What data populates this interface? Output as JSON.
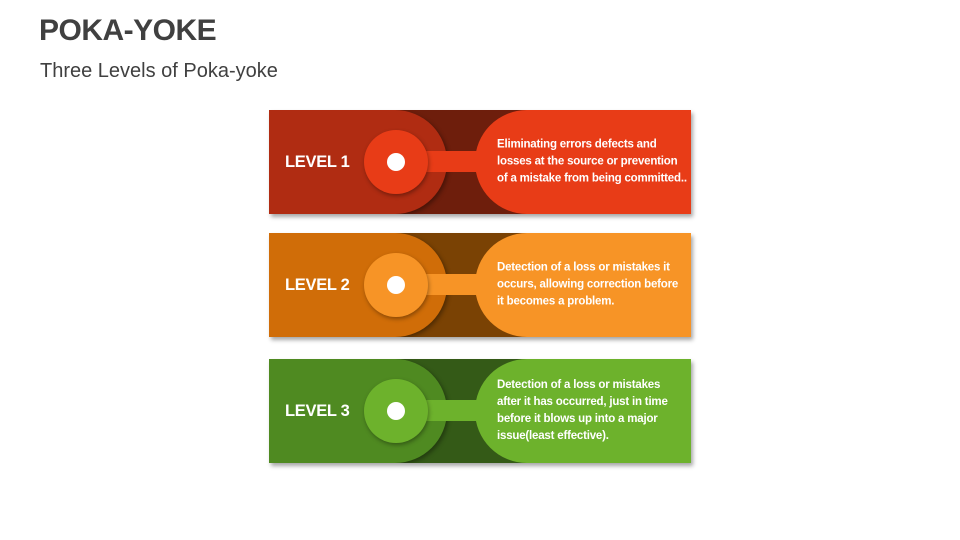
{
  "header": {
    "title": "POKA-YOKE",
    "subtitle": "Three Levels of Poka-yoke"
  },
  "levels": [
    {
      "label": "LEVEL 1",
      "description": "Eliminating errors defects and losses at the source or prevention of a mistake from being committed..",
      "colors": {
        "dark": "#6e1e0c",
        "main": "#b02c12",
        "accent": "#e83c17"
      }
    },
    {
      "label": "LEVEL 2",
      "description": "Detection of a loss or mistakes it occurs, allowing correction before it becomes a problem.",
      "colors": {
        "dark": "#7a4204",
        "main": "#d06d08",
        "accent": "#f79426"
      }
    },
    {
      "label": "LEVEL 3",
      "description": "Detection of a loss or mistakes after it has occurred, just in time before it blows up into a major issue(least effective).",
      "colors": {
        "dark": "#345a17",
        "main": "#4f8a21",
        "accent": "#6db22c"
      }
    }
  ]
}
